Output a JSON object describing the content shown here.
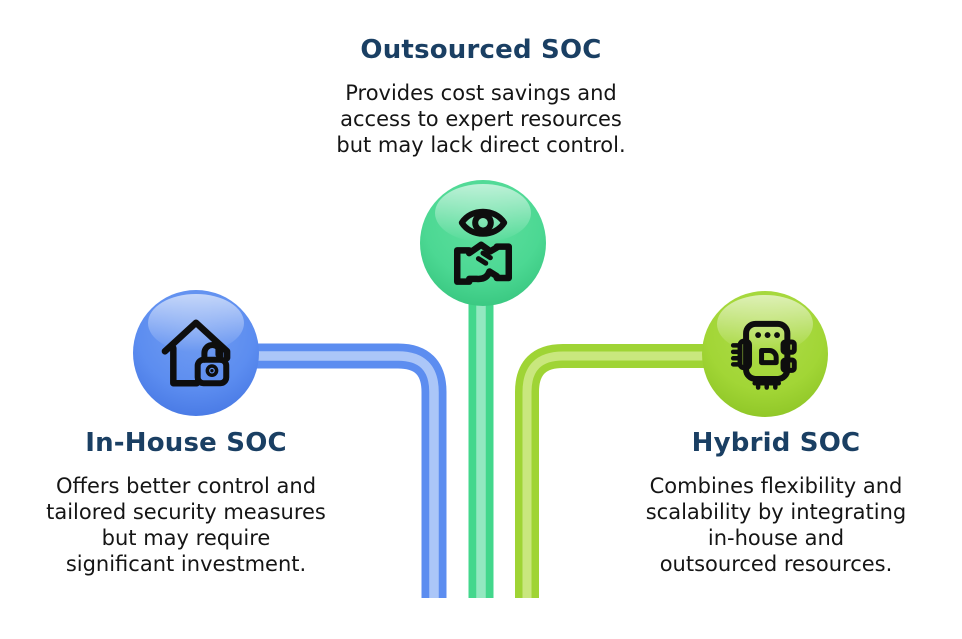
{
  "infographic": {
    "nodes": [
      {
        "id": "outsourced-soc",
        "title": "Outsourced SOC",
        "lines": [
          "Provides cost savings and",
          "access to expert resources",
          "but may lack direct control."
        ],
        "icon": "eye-handshake-icon",
        "accent": "#4cd893"
      },
      {
        "id": "in-house-soc",
        "title": "In-House SOC",
        "lines": [
          "Offers better control and",
          "tailored security measures",
          "but may require",
          "significant investment."
        ],
        "icon": "house-lock-icon",
        "accent": "#5c8df0"
      },
      {
        "id": "hybrid-soc",
        "title": "Hybrid SOC",
        "lines": [
          "Combines flexibility and",
          "scalability by integrating",
          "in-house and",
          "outsourced resources."
        ],
        "icon": "chip-icon",
        "accent": "#a2d636"
      }
    ],
    "colors": {
      "title_text": "#1a3f63",
      "body_text": "#151515",
      "blue_pipe": "#5c8df0",
      "blue_pipe_highlight": "#abc6f8",
      "green_pipe": "#43d78c",
      "green_pipe_highlight": "#93e8c0",
      "lime_pipe": "#9fd435",
      "lime_pipe_highlight": "#c9e77e",
      "icon_stroke": "#0e0e0e",
      "background": "#ffffff"
    }
  }
}
